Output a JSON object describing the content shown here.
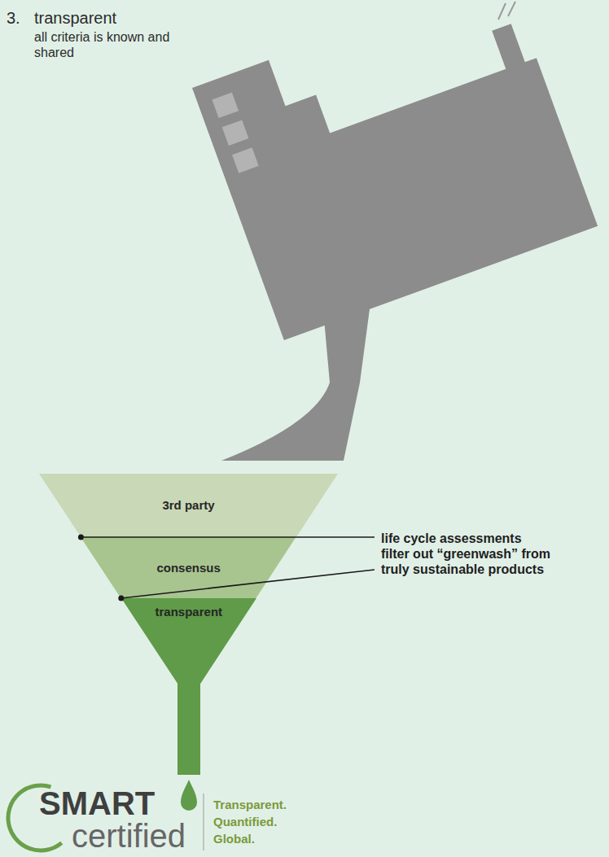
{
  "diagram": {
    "nodes": [
      {
        "text": [
          "3rd party"
        ]
      },
      {
        "text": [
          "consensus"
        ]
      },
      {
        "text": [
          "transparent"
        ]
      }
    ],
    "labels": [
      "3.",
      "transparent",
      "all criteria is known and shared",
      "life cycle assessments filter out “greenwash” from truly sustainable products",
      "SMART",
      "certified",
      "Transparent. Quantified. Global."
    ]
  }
}
